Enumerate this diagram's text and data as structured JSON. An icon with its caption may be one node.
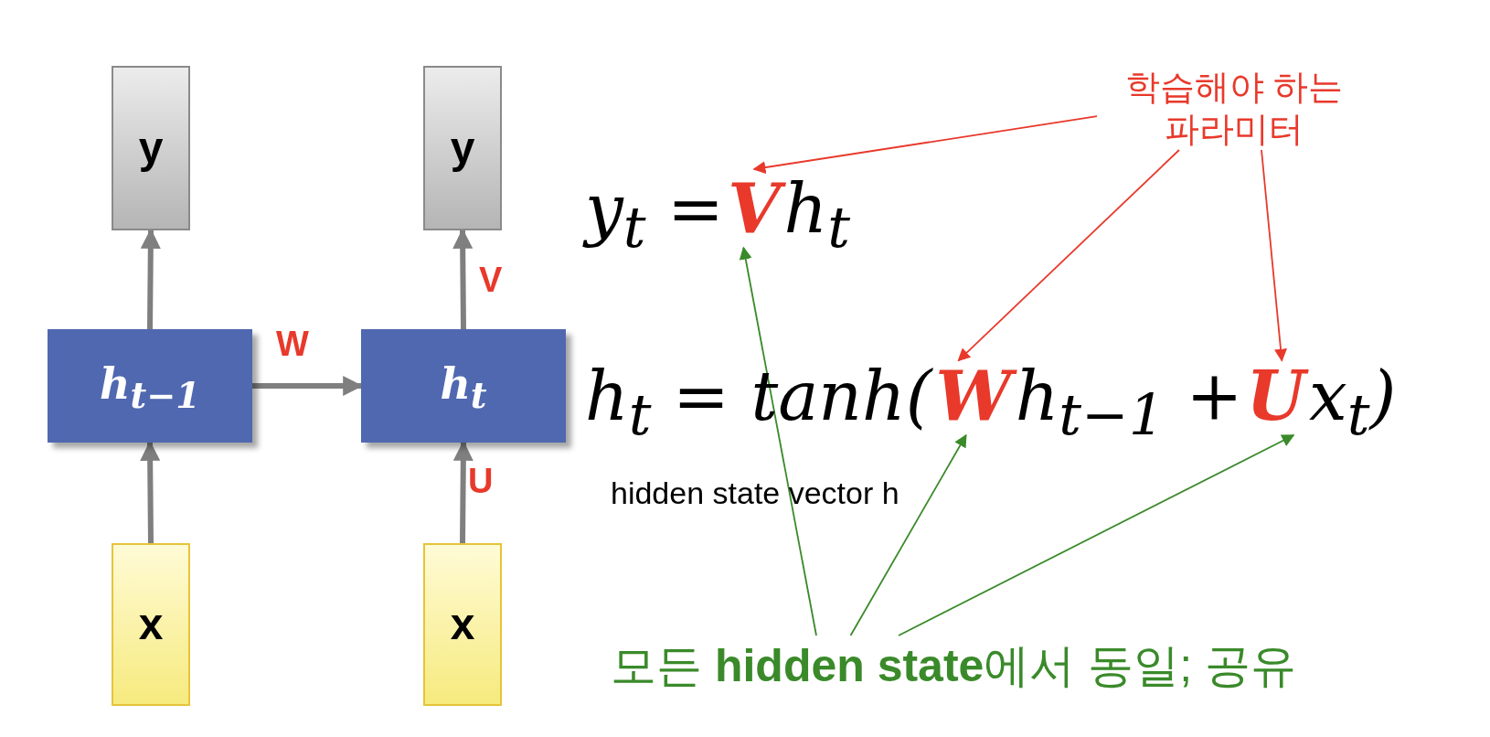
{
  "diagram": {
    "nodes": [
      {
        "text": [
          "y"
        ]
      },
      {
        "text": [
          "y"
        ]
      },
      {
        "text": [
          "h$_{t−1}$"
        ]
      },
      {
        "text": [
          "h$_{t}$"
        ]
      },
      {
        "text": [
          "x"
        ]
      },
      {
        "text": [
          "x"
        ]
      },
      {
        "text": [
          "학습해야 하는 파라미터"
        ]
      },
      {
        "text": [
          "V"
        ]
      },
      {
        "text": [
          "W"
        ]
      },
      {
        "text": [
          "U"
        ]
      },
      {
        "text": [
          "모든 **hidden state**에서 동일; 공유"
        ]
      }
    ],
    "edges": [
      {
        "from": 4,
        "to": 2,
        "arrow": "to",
        "style": "thick"
      },
      {
        "from": 2,
        "to": 0,
        "arrow": "to",
        "style": "thick"
      },
      {
        "from": 2,
        "to": 3,
        "arrow": "to",
        "label": "W",
        "style": "thick"
      },
      {
        "from": 3,
        "to": 1,
        "arrow": "to",
        "label": "V",
        "style": "thick"
      },
      {
        "from": 5,
        "to": 3,
        "arrow": "to",
        "label": "U",
        "style": "thick"
      },
      {
        "from": 6,
        "to": 7,
        "arrow": "to",
        "color": "#e8392b"
      },
      {
        "from": 6,
        "to": 8,
        "arrow": "to",
        "color": "#e8392b"
      },
      {
        "from": 6,
        "to": 9,
        "arrow": "to",
        "color": "#e8392b"
      },
      {
        "from": 10,
        "to": 7,
        "arrow": "to",
        "color": "#3a8a2a"
      },
      {
        "from": 10,
        "to": 8,
        "arrow": "to",
        "color": "#3a8a2a"
      },
      {
        "from": 10,
        "to": 9,
        "arrow": "to",
        "color": "#3a8a2a"
      }
    ],
    "labels": [
      "y$_{t}$ =",
      "h$_{t}$",
      "h$_{t}$ = tanh(",
      "h$_{t−1}$ +",
      "x$_{t}$)",
      "hidden state vector h"
    ]
  }
}
